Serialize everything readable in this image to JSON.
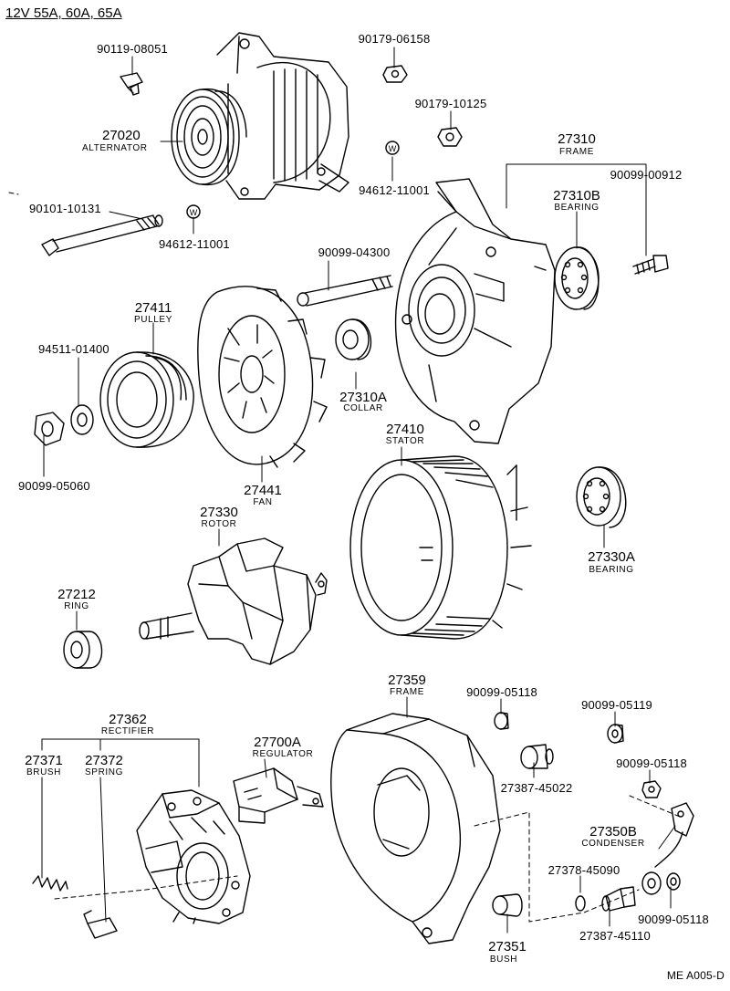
{
  "header": "12V 55A, 60A, 65A",
  "footer_code": "ME A005-D",
  "parts": [
    {
      "id": "p01",
      "number": "90119-08051",
      "name": ""
    },
    {
      "id": "p02",
      "number": "27020",
      "name": "ALTERNATOR"
    },
    {
      "id": "p03",
      "number": "90179-06158",
      "name": ""
    },
    {
      "id": "p04",
      "number": "90179-10125",
      "name": ""
    },
    {
      "id": "p05",
      "number": "94612-11001",
      "name": ""
    },
    {
      "id": "p06",
      "number": "27310",
      "name": "FRAME"
    },
    {
      "id": "p07",
      "number": "90099-00912",
      "name": ""
    },
    {
      "id": "p08",
      "number": "27310B",
      "name": "BEARING"
    },
    {
      "id": "p09",
      "number": "90101-10131",
      "name": ""
    },
    {
      "id": "p10",
      "number": "94612-11001",
      "name": ""
    },
    {
      "id": "p11",
      "number": "90099-04300",
      "name": ""
    },
    {
      "id": "p12",
      "number": "27411",
      "name": "PULLEY"
    },
    {
      "id": "p13",
      "number": "94511-01400",
      "name": ""
    },
    {
      "id": "p14",
      "number": "27310A",
      "name": "COLLAR"
    },
    {
      "id": "p15",
      "number": "27410",
      "name": "STATOR"
    },
    {
      "id": "p16",
      "number": "90099-05060",
      "name": ""
    },
    {
      "id": "p17",
      "number": "27441",
      "name": "FAN"
    },
    {
      "id": "p18",
      "number": "27330",
      "name": "ROTOR"
    },
    {
      "id": "p19",
      "number": "27330A",
      "name": "BEARING"
    },
    {
      "id": "p20",
      "number": "27212",
      "name": "RING"
    },
    {
      "id": "p21",
      "number": "27359",
      "name": "FRAME"
    },
    {
      "id": "p22",
      "number": "90099-05118",
      "name": ""
    },
    {
      "id": "p23",
      "number": "90099-05119",
      "name": ""
    },
    {
      "id": "p24",
      "number": "27362",
      "name": "RECTIFIER"
    },
    {
      "id": "p25",
      "number": "27700A",
      "name": "REGULATOR"
    },
    {
      "id": "p26",
      "number": "27371",
      "name": "BRUSH"
    },
    {
      "id": "p27",
      "number": "27372",
      "name": "SPRING"
    },
    {
      "id": "p28",
      "number": "27387-45022",
      "name": ""
    },
    {
      "id": "p29",
      "number": "90099-05118",
      "name": ""
    },
    {
      "id": "p30",
      "number": "27350B",
      "name": "CONDENSER"
    },
    {
      "id": "p31",
      "number": "27378-45090",
      "name": ""
    },
    {
      "id": "p32",
      "number": "90099-05118",
      "name": ""
    },
    {
      "id": "p33",
      "number": "27351",
      "name": "BUSH"
    },
    {
      "id": "p34",
      "number": "27387-45110",
      "name": ""
    }
  ]
}
